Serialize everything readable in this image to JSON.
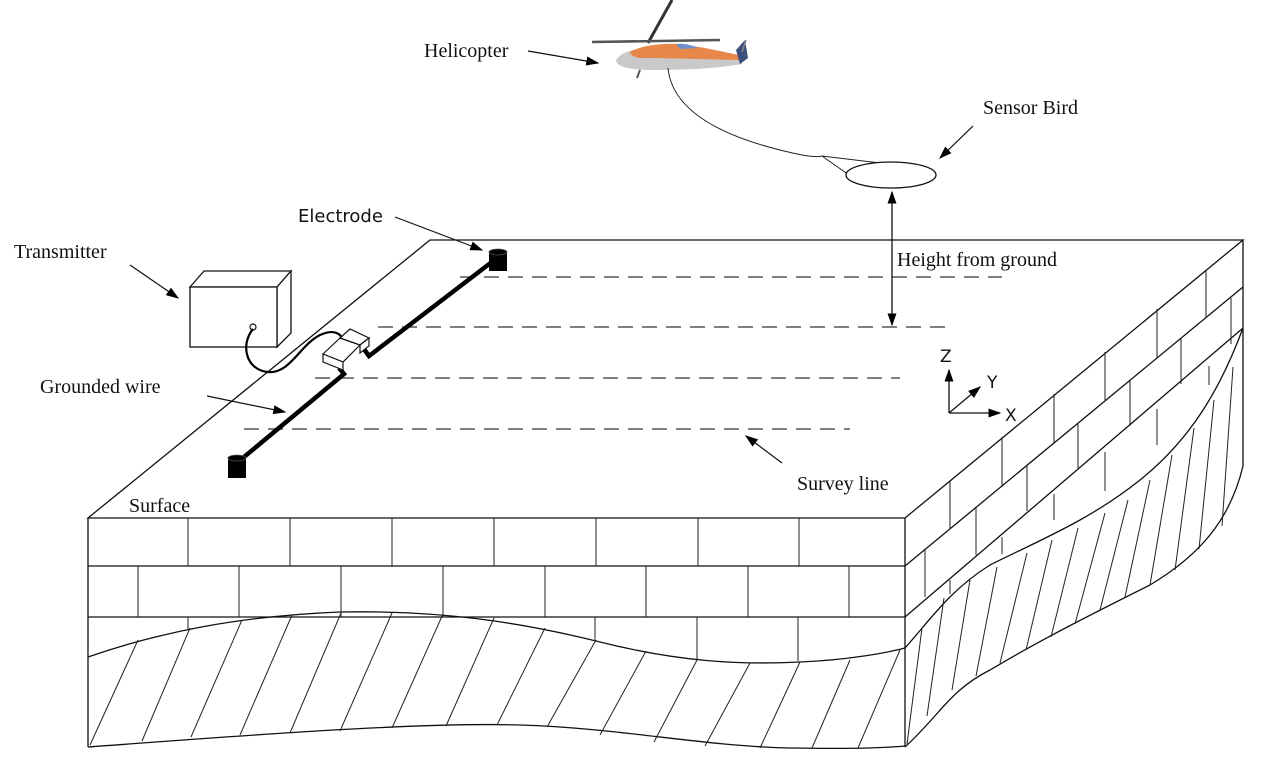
{
  "figure": {
    "type": "airborne-grounded-source-EM-survey-schematic",
    "labels": {
      "helicopter": "Helicopter",
      "sensor_bird": "Sensor Bird",
      "electrode": "Electrode",
      "transmitter": "Transmitter",
      "height_from_ground": "Height from ground",
      "grounded_wire": "Grounded wire",
      "survey_line": "Survey line",
      "surface": "Surface"
    },
    "axes": {
      "z": "Z",
      "y": "Y",
      "x": "X"
    },
    "survey_line_count": 4,
    "colors": {
      "helicopter_body": "#e8874a",
      "helicopter_belly": "#c9c9c9",
      "helicopter_window": "#6f8fc8",
      "line": "#111111",
      "dash": "#555555"
    }
  }
}
